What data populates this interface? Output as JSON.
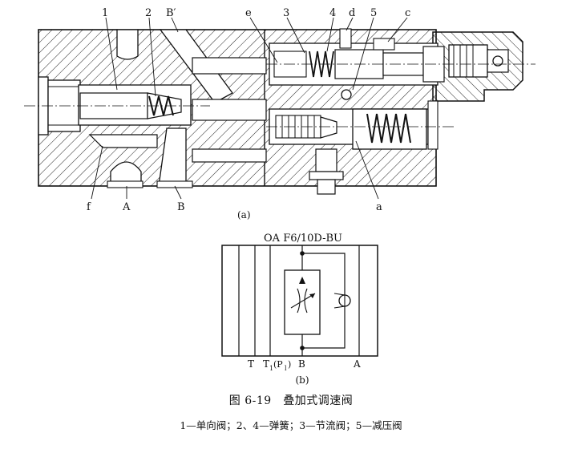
{
  "figure": {
    "part_a": {
      "label": "(a)",
      "callouts": {
        "n1": "1",
        "n2": "2",
        "bprime": "B′",
        "e_left": "e",
        "n3": "3",
        "n4": "4",
        "d": "d",
        "n5": "5",
        "c": "c",
        "f": "f",
        "A": "A",
        "B": "B",
        "a": "a"
      }
    },
    "part_b": {
      "label": "(b)",
      "model": "OA F6/10D-BU",
      "ports": {
        "T": "T",
        "T1_main": "T",
        "T1_sub": "1",
        "P1_open": "(P",
        "P1_sub": "l",
        "P1_close": ")",
        "B": "B",
        "A": "A"
      }
    },
    "caption": {
      "title": "图 6-19　叠加式调速阀",
      "legend": "1—单向阀；2、4—弹簧；3—节流阀；5—减压阀"
    },
    "colors": {
      "line": "#111111",
      "background": "#ffffff"
    }
  }
}
